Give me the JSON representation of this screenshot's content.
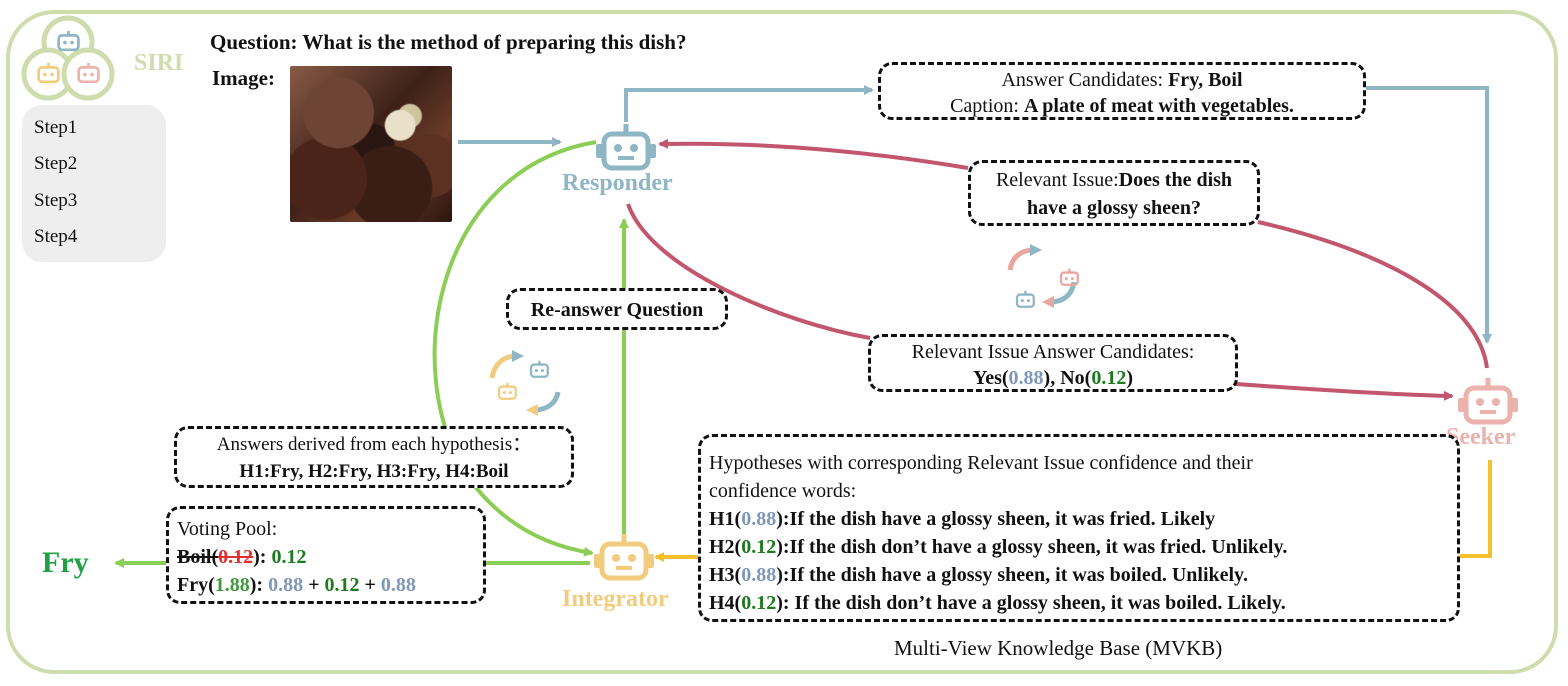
{
  "system_name": "SIRI",
  "question": {
    "label": "Question:",
    "text": "What is the method of preparing this dish?",
    "image_label": "Image:"
  },
  "legend": [
    {
      "label": "Step1",
      "color": "#8fb6c4"
    },
    {
      "label": "Step2",
      "color": "#c2566e"
    },
    {
      "label": "Step3",
      "color": "#f4c02c"
    },
    {
      "label": "Step4",
      "color": "#8ccd55"
    }
  ],
  "agents": {
    "responder": {
      "label": "Responder",
      "color": "#8fb6c4",
      "icon": "robot-icon"
    },
    "seeker": {
      "label": "Seeker",
      "color": "#ebb2ae",
      "icon": "robot-icon"
    },
    "integrator": {
      "label": "Integrator",
      "color": "#f1cc7e",
      "icon": "robot-icon"
    }
  },
  "answer_candidates_box": {
    "line1_label": "Answer Candidates: ",
    "line1_value": "Fry, Boil",
    "line2_label": "Caption: ",
    "line2_value": "A plate of meat with vegetables."
  },
  "relevant_issue_box": {
    "label": "Relevant Issue:",
    "value_line1": "Does the dish",
    "value_line2": "have a glossy sheen?"
  },
  "relevant_answer_box": {
    "title": "Relevant Issue Answer Candidates:",
    "yes_label": "Yes(",
    "yes_value": "0.88",
    "sep": "), ",
    "no_label": "No(",
    "no_value": "0.12",
    "close": ")"
  },
  "reanswer_box": {
    "label": "Re-answer Question"
  },
  "answers_box": {
    "title": "Answers derived from each hypothesis：",
    "value": "H1:Fry, H2:Fry, H3:Fry, H4:Boil"
  },
  "voting_pool": {
    "title": "Voting Pool:",
    "boil_label": "Boil(",
    "boil_old": "0.12",
    "boil_mid": "): ",
    "boil_value": "0.12",
    "fry_label": "Fry(",
    "fry_total": "1.88",
    "fry_mid": "): ",
    "fry_terms": [
      "0.88",
      " + ",
      "0.12",
      " + ",
      "0.88"
    ]
  },
  "final_answer": "Fry",
  "hypotheses_box": {
    "title_line1": "Hypotheses with corresponding Relevant Issue confidence and their",
    "title_line2": "confidence words:",
    "items": [
      {
        "id": "H1(",
        "conf": "0.88",
        "conf_color": "#7f97b8",
        "text": "):If the dish have a glossy sheen, it was fried. Likely"
      },
      {
        "id": "H2(",
        "conf": "0.12",
        "conf_color": "#1e7a1e",
        "text": "):If the dish don’t have a glossy sheen, it was fried. Unlikely."
      },
      {
        "id": "H3(",
        "conf": "0.88",
        "conf_color": "#7f97b8",
        "text": "):If the dish have a glossy sheen, it was boiled. Unlikely."
      },
      {
        "id": "H4(",
        "conf": "0.12",
        "conf_color": "#1e7a1e",
        "text": "): If the dish don’t have a glossy sheen, it was boiled. Likely."
      }
    ]
  },
  "mvkb_caption": "Multi-View Knowledge Base (MVKB)"
}
